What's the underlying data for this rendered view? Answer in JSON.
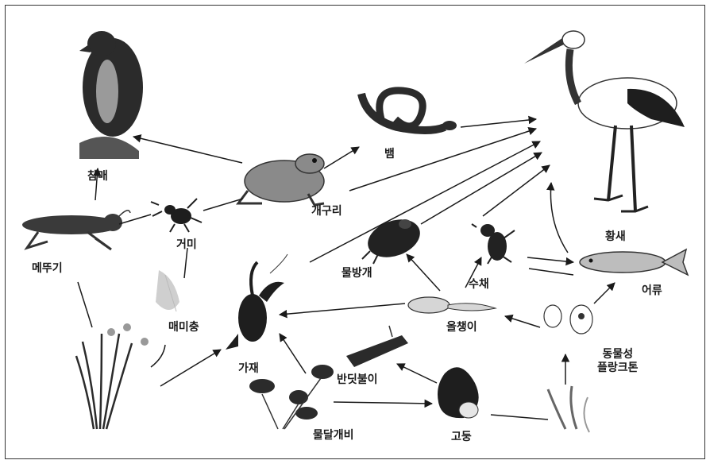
{
  "title": "",
  "nodes": {
    "hawk": "참매",
    "stork": "황새",
    "snake": "뱀",
    "frog": "개구리",
    "grasshopper": "메뚜기",
    "spider": "거미",
    "cicada_nymph": "매미충",
    "crayfish": "가재",
    "diving_beetle": "물방개",
    "water_beetle": "수채",
    "fish": "어류",
    "tadpole": "올챙이",
    "firefly_larva": "반딧불이",
    "zooplankton": "동물성\n플랑크톤",
    "snail": "고둥",
    "water_plant": "물달개비"
  },
  "colors": {
    "arrow": "#1a1a1a",
    "border": "#333333",
    "organism": "#2b2b2b"
  }
}
